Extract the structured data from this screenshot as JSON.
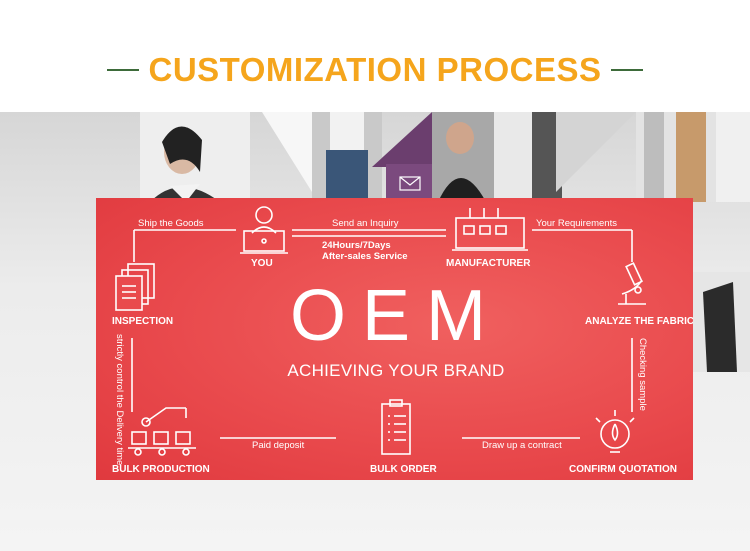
{
  "title": "CUSTOMIZATION PROCESS",
  "oem": {
    "headline": "OEM",
    "tagline": "ACHIEVING YOUR BRAND"
  },
  "steps": {
    "you": "YOU",
    "manufacturer": "MANUFACTURER",
    "analyze_fabric": "ANALYZE THE FABRIC",
    "confirm_quotation": "CONFIRM QUOTATION",
    "bulk_order": "BULK ORDER",
    "bulk_production": "BULK PRODUCTION",
    "inspection": "INSPECTION"
  },
  "links": {
    "send_inquiry": "Send an Inquiry",
    "your_requirements": "Your Requirements",
    "checking_sample": "Checking sample",
    "draw_up_contract": "Draw up a contract",
    "paid_deposit": "Paid deposit",
    "strictly_control": "strictly control the Delivery time",
    "ship_goods": "Ship the Goods"
  },
  "service": {
    "hours": "24Hours/7Days",
    "after_sales": "After-sales Service"
  },
  "colors": {
    "title": "#f5a51c",
    "title_rule": "#3d6b3a",
    "panel": "#e94a4d",
    "text_on_panel": "#ffffff"
  }
}
